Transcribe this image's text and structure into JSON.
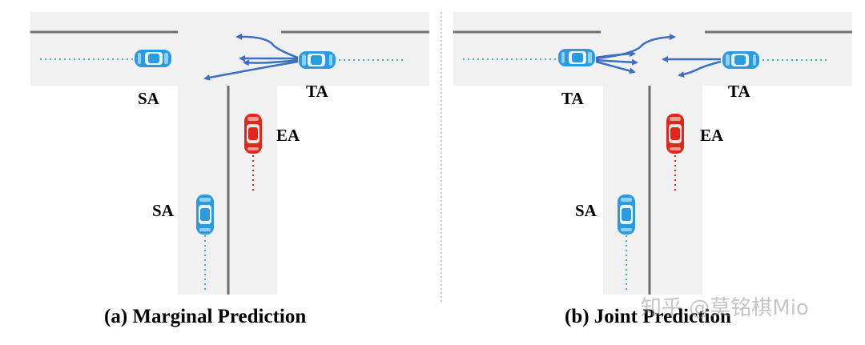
{
  "panels": [
    {
      "caption": "(a) Marginal Prediction",
      "labels": {
        "sa_top": "SA",
        "ta": "TA",
        "ea": "EA",
        "sa_bottom": "SA"
      }
    },
    {
      "caption": "(b) Joint Prediction",
      "labels": {
        "ta_left": "TA",
        "ta_right": "TA",
        "ea": "EA",
        "sa_bottom": "SA"
      }
    }
  ],
  "watermark": "知乎 @莫铭棋Mio",
  "colors": {
    "road": "#f1f1f1",
    "road_line": "#6d6d6d",
    "agent_blue": "#2b9be0",
    "arrow_blue": "#3a6fc4",
    "trail_blue": "#33b6d6",
    "ego_red": "#e1261c",
    "divider": "#b5b5b5"
  }
}
